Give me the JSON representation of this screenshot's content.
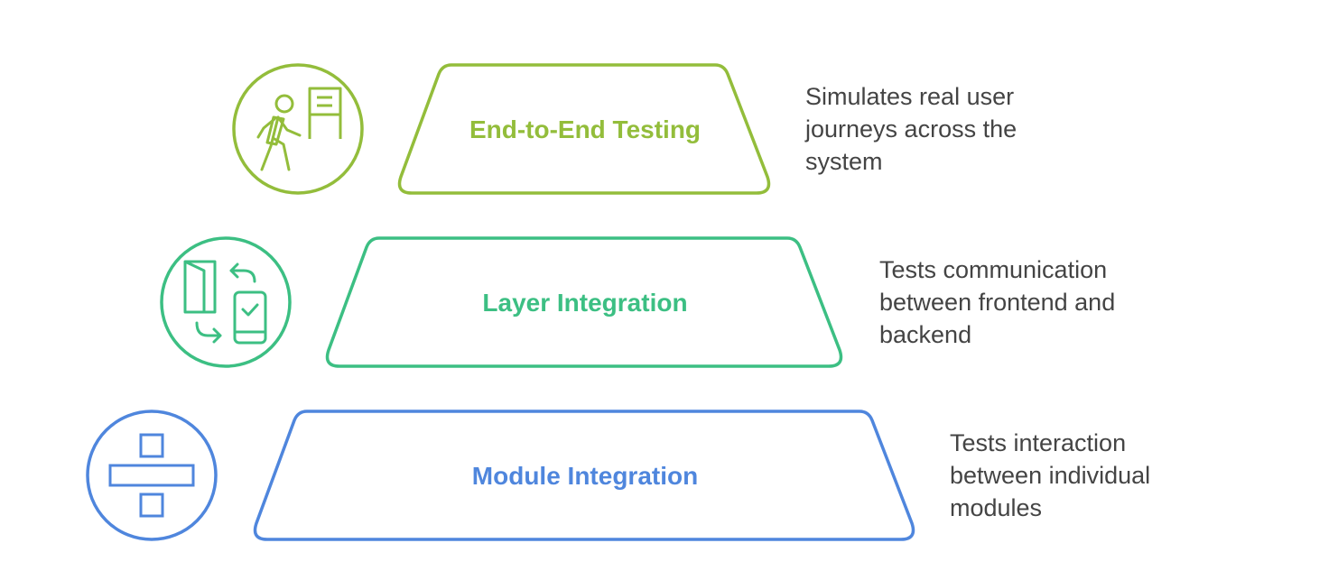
{
  "colors": {
    "top": "#93bd3b",
    "middle": "#3cbf83",
    "bottom": "#4f86dd",
    "description_text": "#444444"
  },
  "tiers": [
    {
      "label": "End-to-End Testing",
      "icon": "person-walking-through-gate-icon",
      "description_lines": [
        "Simulates real user",
        "journeys across the",
        "system"
      ]
    },
    {
      "label": "Layer Integration",
      "icon": "door-and-mobile-exchange-icon",
      "description_lines": [
        "Tests communication",
        "between frontend and",
        "backend"
      ]
    },
    {
      "label": "Module Integration",
      "icon": "stacked-modules-icon",
      "description_lines": [
        "Tests interaction",
        "between individual",
        "modules"
      ]
    }
  ]
}
